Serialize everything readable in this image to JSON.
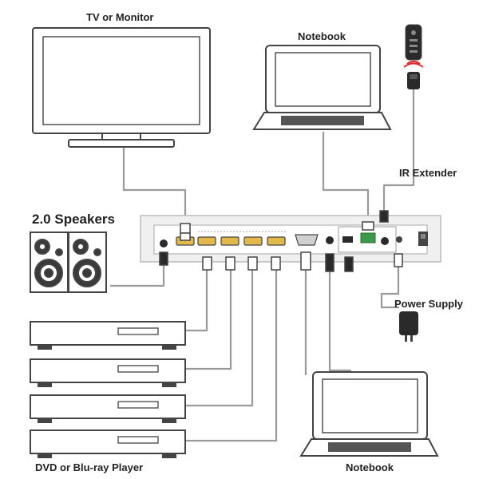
{
  "labels": {
    "tv": "TV or Monitor",
    "notebook_top": "Notebook",
    "ir_extender": "IR Extender",
    "speakers": "2.0 Speakers",
    "power_supply": "Power Supply",
    "players": "DVD or Blu-ray Player",
    "notebook_bottom": "Notebook"
  },
  "colors": {
    "line": "#444444",
    "cable": "#9a9a9a",
    "panel": "#f0f0f0",
    "hdmi_port": "#e3b84a",
    "terminal": "#3a9a4a",
    "ir_led": "#d83030"
  },
  "icons": [
    "tv-icon",
    "notebook-icon",
    "ir-remote-icon",
    "ir-receiver-icon",
    "speaker-icon",
    "switcher-device-icon",
    "power-adapter-icon",
    "player-icon"
  ]
}
